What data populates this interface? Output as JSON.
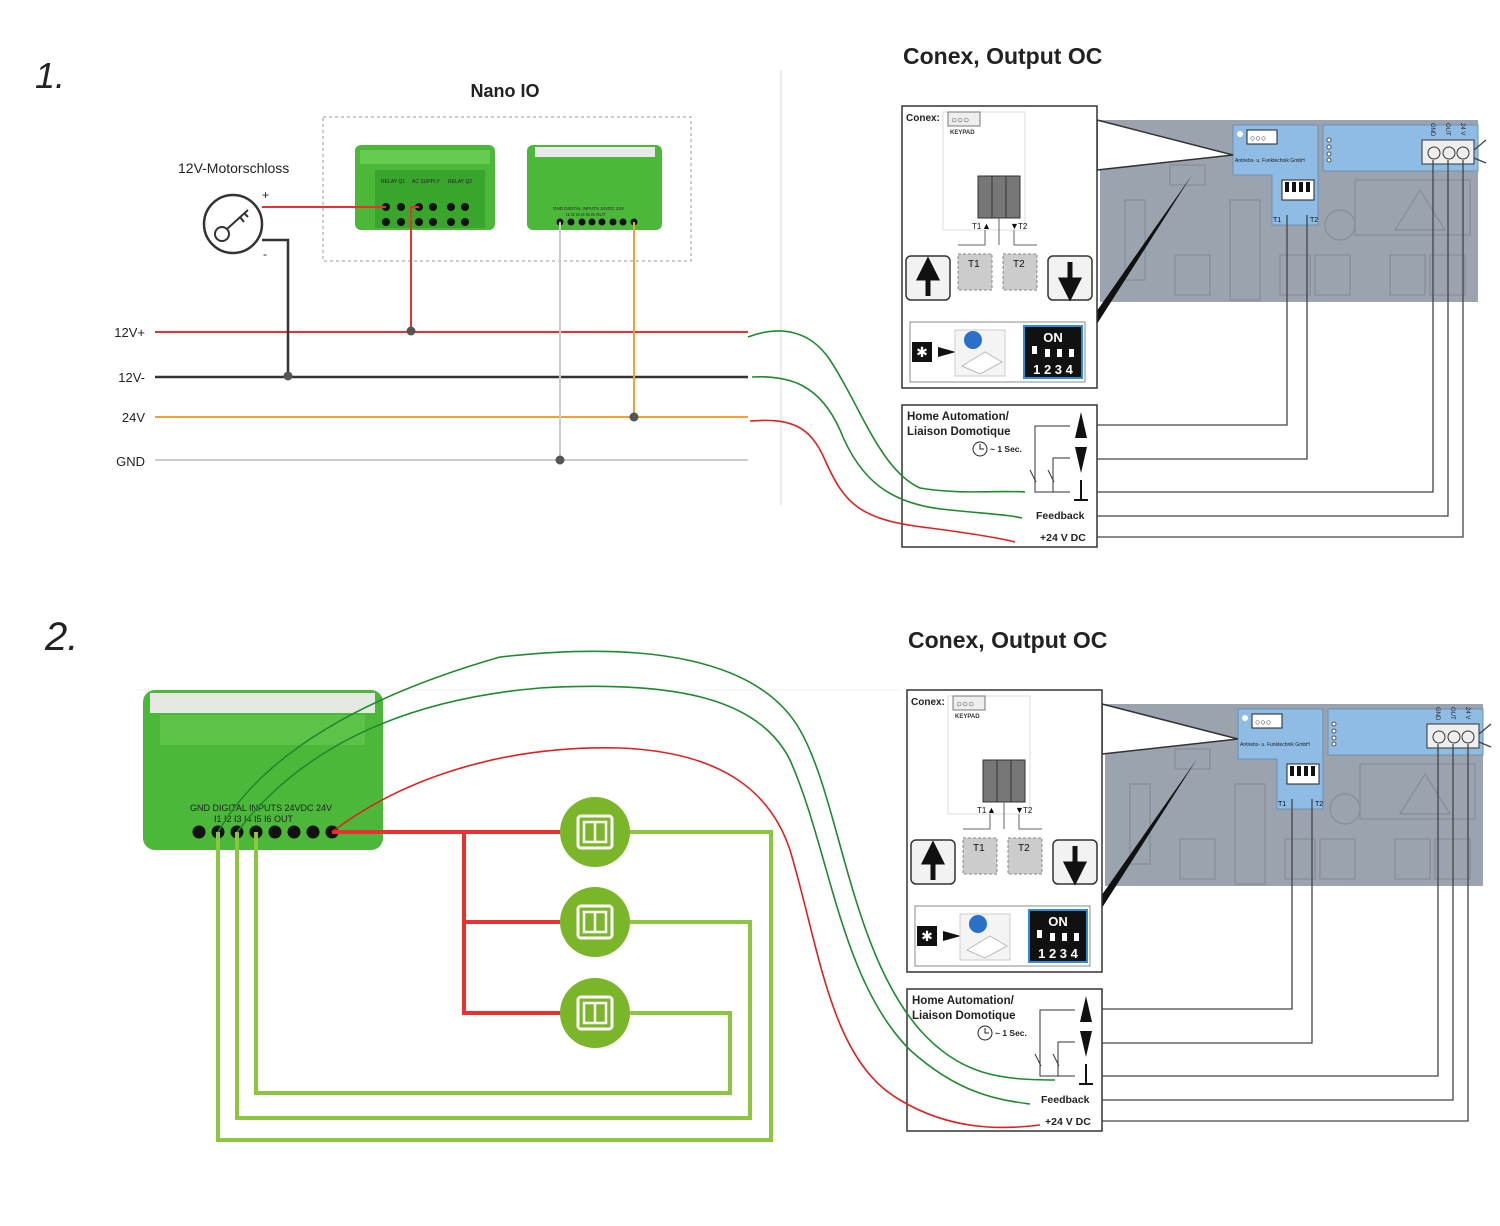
{
  "section1": {
    "marker": "1.",
    "nano_title": "Nano IO",
    "lock_label": "12V-Motorschloss",
    "lock_plus": "+",
    "lock_minus": "-",
    "relay_module": {
      "labels": [
        "RELAY Q1",
        "AC SUPPLY",
        "RELAY Q2"
      ]
    },
    "input_module": {
      "label_top": "GND  DIGITAL INPUTS 24VDC  24V",
      "label_bottom": "I1  I2  I3  I4  I5  I6  OUT"
    },
    "bus": [
      {
        "label": "12V+",
        "color": "#e8322f"
      },
      {
        "label": "12V-",
        "color": "#333333"
      },
      {
        "label": "24V",
        "color": "#f5a030"
      },
      {
        "label": "GND",
        "color": "#cccccc"
      }
    ],
    "conex_title": "Conex, Output OC"
  },
  "section2": {
    "marker": "2.",
    "module": {
      "label_top": "GND  DIGITAL INPUTS 24VDC  24V",
      "label_bottom": "I1   I2   I3   I4   I5   I6  OUT"
    },
    "conex_title": "Conex, Output OC"
  },
  "conex": {
    "label": "Conex:",
    "keypad": "KEYPAD",
    "keypad_pins": "○○○",
    "t1": "T1",
    "t2": "T2",
    "dip_on": "ON",
    "dip_numbers": "1 2 3 4",
    "home_automation_1": "Home Automation/",
    "home_automation_2": "Liaison Domotique",
    "timer": "~ 1 Sec.",
    "feedback": "Feedback",
    "supply": "+24 V DC",
    "terminals": [
      "GND",
      "OUT",
      "24 V"
    ],
    "maker": "Antriebs- u. Funktechnik GmbH"
  },
  "colors": {
    "wire_green": "#1e8a2e",
    "wire_red": "#e02020",
    "switch_green": "#7ab52a",
    "lime": "#8cc63f",
    "board_blue": "#8ebce4",
    "board_grey": "#9aa3ae"
  }
}
